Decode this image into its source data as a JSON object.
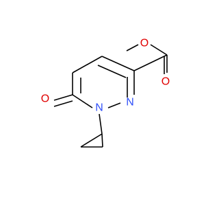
{
  "molecule": {
    "atoms": [
      {
        "element": "O",
        "label": "O",
        "color": "#e00000"
      },
      {
        "element": "O",
        "label": "O",
        "color": "#e00000"
      },
      {
        "element": "N",
        "label": "N",
        "color": "#3050f8"
      },
      {
        "element": "N",
        "label": "N",
        "color": "#3050f8"
      },
      {
        "element": "O",
        "label": "O",
        "color": "#e00000"
      }
    ]
  },
  "colors": {
    "bond": "#000000",
    "oxygen": "#e00000",
    "nitrogen": "#3050f8",
    "background": "#ffffff"
  }
}
